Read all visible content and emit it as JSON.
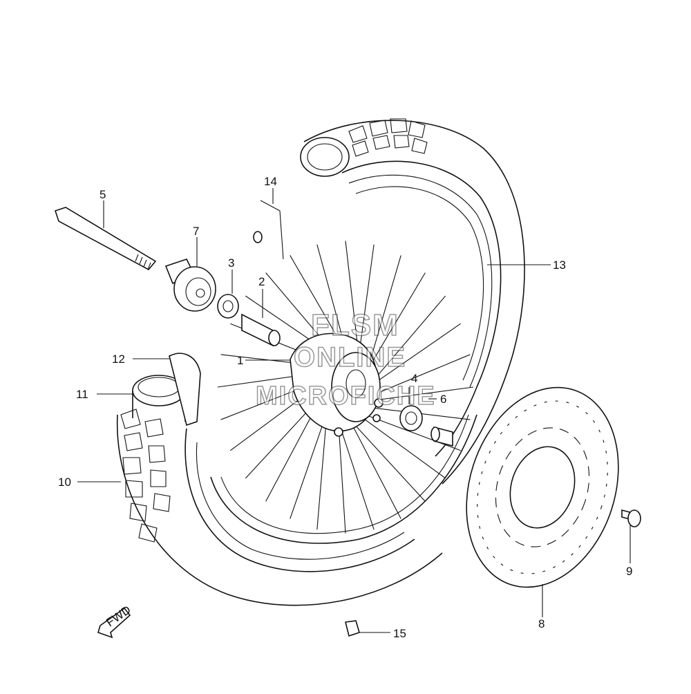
{
  "callouts": {
    "c1": "1",
    "c2": "2",
    "c3": "3",
    "c4": "4",
    "c5": "5",
    "c6": "6",
    "c7": "7",
    "c8": "8",
    "c9": "9",
    "c10": "10",
    "c11": "11",
    "c12": "12",
    "c13": "13",
    "c14": "14",
    "c15": "15"
  },
  "fwd_label": "FWD",
  "watermark": {
    "line1": "FLSM",
    "line2": "ONLINE",
    "line3": "MICROFICHE"
  }
}
